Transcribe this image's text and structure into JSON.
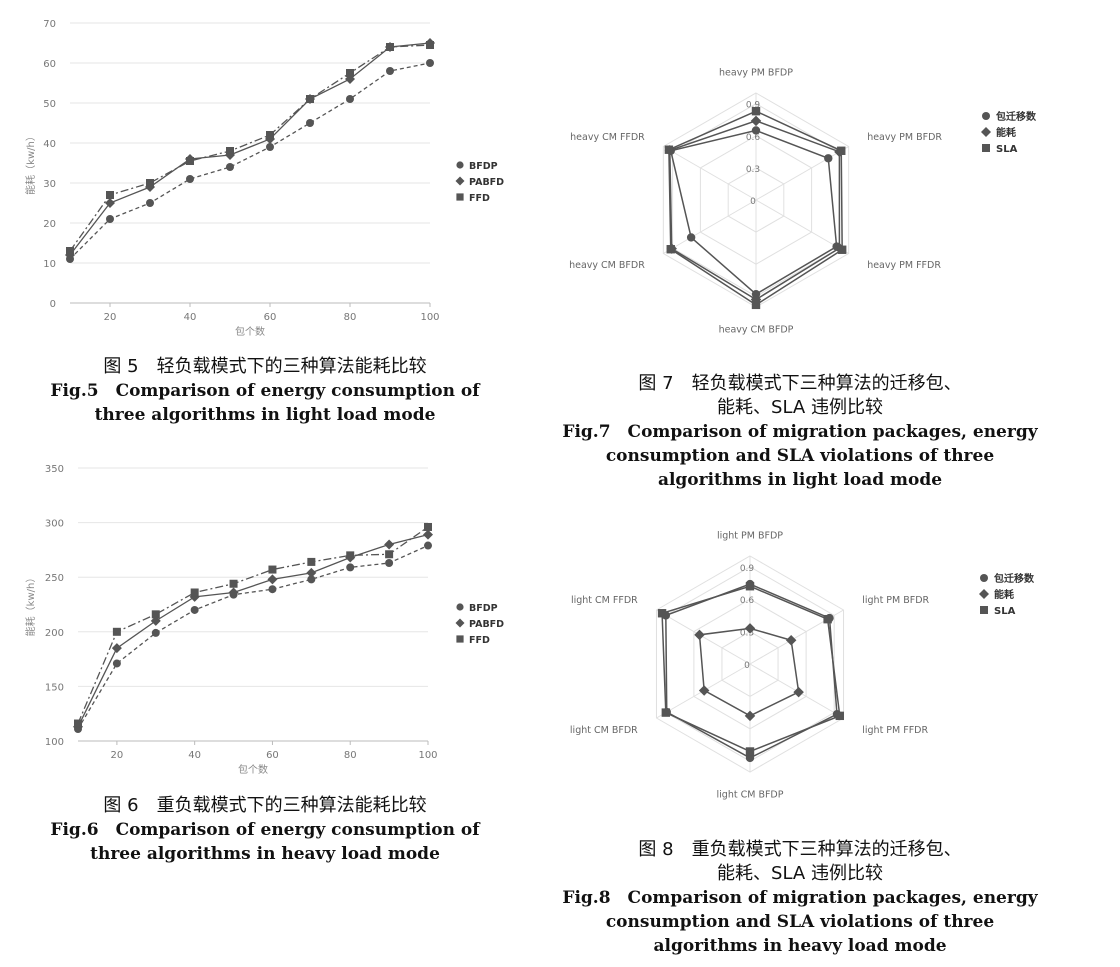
{
  "chart_data": [
    {
      "type": "line",
      "ylabel": "能耗（kw/h）",
      "xlabel": "包个数",
      "xlim": [
        10,
        100
      ],
      "ylim": [
        0,
        70
      ],
      "xticks": [
        20,
        40,
        60,
        80,
        100
      ],
      "yticks": [
        0,
        10,
        20,
        30,
        40,
        50,
        60,
        70
      ],
      "legend_position": "right",
      "grid": true,
      "x": [
        10,
        20,
        30,
        40,
        50,
        60,
        70,
        80,
        90,
        100
      ],
      "series": [
        {
          "name": "BFDP",
          "marker": "circle",
          "dash": "4 3",
          "values": [
            11,
            21,
            25,
            31,
            34,
            39,
            45,
            51,
            58,
            60
          ]
        },
        {
          "name": "PABFD",
          "marker": "diamond",
          "dash": "",
          "values": [
            12,
            25,
            29,
            36,
            37,
            41,
            51,
            56,
            64,
            65
          ]
        },
        {
          "name": "FFD",
          "marker": "square",
          "dash": "8 3 2 3",
          "values": [
            13,
            27,
            30,
            35.5,
            38,
            42,
            51,
            57.5,
            64,
            64.5
          ]
        }
      ],
      "caption_zh": "图 5　轻负载模式下的三种算法能耗比较",
      "caption_en": [
        "Fig.5　Comparison of energy consumption of",
        "three algorithms in light load mode"
      ]
    },
    {
      "type": "line",
      "ylabel": "能耗（kw/h）",
      "xlabel": "包个数",
      "xlim": [
        10,
        100
      ],
      "ylim": [
        100,
        350
      ],
      "xticks": [
        20,
        40,
        60,
        80,
        100
      ],
      "yticks": [
        100,
        150,
        200,
        250,
        300,
        350
      ],
      "legend_position": "right",
      "grid": true,
      "x": [
        10,
        20,
        30,
        40,
        50,
        60,
        70,
        80,
        90,
        100
      ],
      "series": [
        {
          "name": "BFDP",
          "marker": "circle",
          "dash": "4 3",
          "values": [
            111,
            171,
            199,
            220,
            234,
            239,
            248,
            259,
            263,
            279
          ]
        },
        {
          "name": "PABFD",
          "marker": "diamond",
          "dash": "",
          "values": [
            113,
            185,
            210,
            232,
            236,
            248,
            254,
            268,
            280,
            289
          ]
        },
        {
          "name": "FFD",
          "marker": "square",
          "dash": "8 3 2 3",
          "values": [
            116,
            200,
            216,
            236,
            244,
            257,
            264,
            270,
            271,
            296
          ]
        }
      ],
      "caption_zh": "图 6　重负载模式下的三种算法能耗比较",
      "caption_en": [
        "Fig.6　Comparison of energy consumption of",
        "three algorithms in heavy load mode"
      ]
    },
    {
      "type": "radar",
      "axes": [
        "heavy PM BFDP",
        "heavy PM BFDR",
        "heavy PM FFDR",
        "heavy CM BFDP",
        "heavy CM BFDR",
        "heavy CM FFDR"
      ],
      "radial_range": [
        0,
        1.0
      ],
      "radial_ticks": [
        0,
        0.3,
        0.6,
        0.9
      ],
      "radial_tick_labels": [
        "0",
        "0.3",
        "0.6",
        "0.9"
      ],
      "legend_position": "right",
      "series": [
        {
          "name": "包迁移数",
          "marker": "circle",
          "values": [
            0.65,
            0.78,
            0.87,
            0.88,
            0.7,
            0.92
          ]
        },
        {
          "name": "能耗",
          "marker": "diamond",
          "values": [
            0.74,
            0.9,
            0.9,
            0.93,
            0.91,
            0.93
          ]
        },
        {
          "name": "SLA",
          "marker": "square",
          "values": [
            0.83,
            0.92,
            0.93,
            0.98,
            0.92,
            0.94
          ]
        }
      ],
      "caption_zh": [
        "图 7　轻负载模式下三种算法的迁移包、",
        "能耗、SLA 违例比较"
      ],
      "caption_en": [
        "Fig.7　Comparison of migration packages, energy",
        "consumption and SLA violations of three",
        "algorithms in light load mode"
      ]
    },
    {
      "type": "radar",
      "axes": [
        "light PM BFDP",
        "light PM BFDR",
        "light PM FFDR",
        "light CM BFDP",
        "light CM BFDR",
        "light CM FFDR"
      ],
      "radial_range": [
        0,
        1.0
      ],
      "radial_ticks": [
        0,
        0.3,
        0.6,
        0.9
      ],
      "radial_tick_labels": [
        "0",
        "0.3",
        "0.6",
        "0.9"
      ],
      "legend_position": "right",
      "series": [
        {
          "name": "包迁移数",
          "marker": "circle",
          "values": [
            0.74,
            0.85,
            0.93,
            0.87,
            0.89,
            0.9
          ]
        },
        {
          "name": "能耗",
          "marker": "diamond",
          "values": [
            0.33,
            0.44,
            0.52,
            0.48,
            0.49,
            0.54
          ]
        },
        {
          "name": "SLA",
          "marker": "square",
          "values": [
            0.72,
            0.83,
            0.96,
            0.81,
            0.9,
            0.94
          ]
        }
      ],
      "caption_zh": [
        "图 8　重负载模式下三种算法的迁移包、",
        "能耗、SLA 违例比较"
      ],
      "caption_en": [
        "Fig.8　Comparison of migration packages, energy",
        "consumption and SLA violations of three",
        "algorithms in heavy load mode"
      ]
    }
  ]
}
